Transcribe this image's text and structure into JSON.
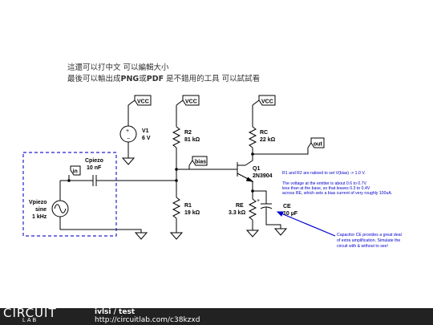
{
  "notes": {
    "line1": "這還可以打中文 可以編輯大小",
    "line2_prefix": "最後可以輸出成",
    "line2_png": "PNG",
    "line2_or": "或",
    "line2_pdf": "PDF",
    "line2_suffix": " 是不錯用的工具 可以試試看"
  },
  "nets": {
    "vcc": "VCC",
    "bias": "bias",
    "out": "out",
    "in": "in"
  },
  "components": {
    "V1": {
      "name": "V1",
      "value": "6 V"
    },
    "R2": {
      "name": "R2",
      "value": "81 kΩ"
    },
    "R1": {
      "name": "R1",
      "value": "19 kΩ"
    },
    "RC": {
      "name": "RC",
      "value": "22 kΩ"
    },
    "RE": {
      "name": "RE",
      "value": "3.3 kΩ"
    },
    "Q1": {
      "name": "Q1",
      "value": "2N3904"
    },
    "CE": {
      "name": "CE",
      "value": "10 µF"
    },
    "Cpiezo": {
      "name": "Cpiezo",
      "value": "10 nF"
    },
    "Vpiezo": {
      "name": "Vpiezo",
      "type": "sine",
      "value": "1 kHz"
    }
  },
  "annotations": {
    "bias_note": {
      "line1": "R1 and R2 are ratioed to set V(bias) -> 1.0 V.",
      "line2": "The voltage at the emitter is about 0.6 to 0.7V",
      "line3": "less than at the base, so that leaves 0.3 to 0.4V",
      "line4": "across RE, which sets a bias current of very roughly 100uA."
    },
    "ce_note": {
      "line1": "Capacitor CE provides a great deal",
      "line2": "of extra amplification. Simulate the",
      "line3": "circuit with & without to see!"
    }
  },
  "colors": {
    "wire": "#000000",
    "annotation": "#0000cc",
    "dashed_box": "#2222cc",
    "footer_bg": "#222222"
  },
  "footer": {
    "logo_top": "CIRCUIT",
    "logo_bottom": "LAB",
    "title_user": "ivlsi",
    "title_sep": " / ",
    "title_name": "test",
    "url": "http://circuitlab.com/c38kzxd"
  }
}
